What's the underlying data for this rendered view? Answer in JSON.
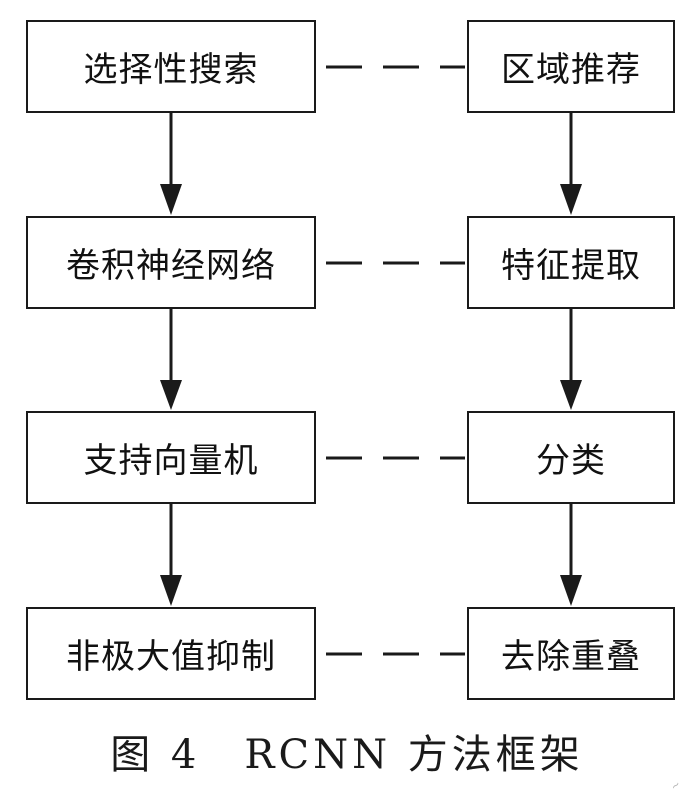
{
  "diagram": {
    "left_column": [
      {
        "label": "选择性搜索"
      },
      {
        "label": "卷积神经网络"
      },
      {
        "label": "支持向量机"
      },
      {
        "label": "非极大值抑制"
      }
    ],
    "right_column": [
      {
        "label": "区域推荐"
      },
      {
        "label": "特征提取"
      },
      {
        "label": "分类"
      },
      {
        "label": "去除重叠"
      }
    ],
    "caption": "图 4　RCNN 方法框架"
  },
  "colors": {
    "stroke": "#1a1a1a",
    "background": "#ffffff"
  }
}
